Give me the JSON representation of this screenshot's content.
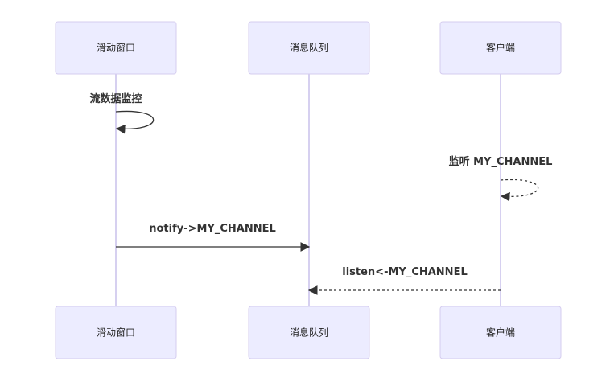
{
  "participants": [
    {
      "id": "window",
      "label": "滑动窗口"
    },
    {
      "id": "queue",
      "label": "消息队列"
    },
    {
      "id": "client",
      "label": "客户端"
    }
  ],
  "messages": [
    {
      "from": "window",
      "to": "window",
      "text": "流数据监控",
      "style": "solid"
    },
    {
      "from": "client",
      "to": "client",
      "text": "监听 MY_CHANNEL",
      "style": "dashed"
    },
    {
      "from": "window",
      "to": "queue",
      "text": "notify->MY_CHANNEL",
      "style": "solid"
    },
    {
      "from": "client",
      "to": "queue",
      "text": "listen<-MY_CHANNEL",
      "style": "dashed"
    }
  ],
  "colors": {
    "actor_fill": "#ECECFF",
    "actor_border": "#d5ccef",
    "lifeline": "#c9c1ec",
    "line": "#333333"
  }
}
